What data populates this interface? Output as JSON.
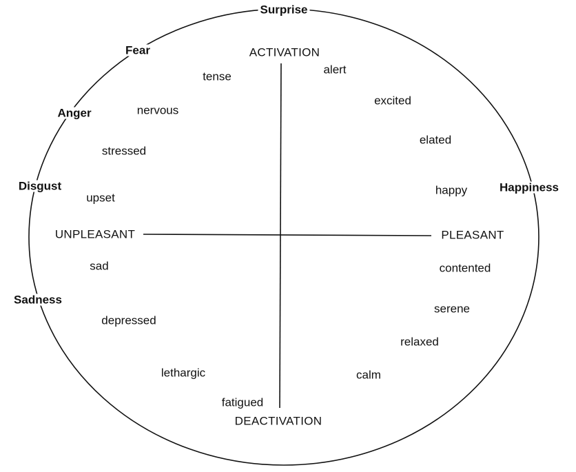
{
  "axes": {
    "top": "ACTIVATION",
    "bottom": "DEACTIVATION",
    "left": "UNPLEASANT",
    "right": "PLEASANT"
  },
  "emotions": {
    "surprise": "Surprise",
    "fear": "Fear",
    "anger": "Anger",
    "disgust": "Disgust",
    "sadness": "Sadness",
    "happiness": "Happiness"
  },
  "affect_words": {
    "tense": "tense",
    "alert": "alert",
    "nervous": "nervous",
    "excited": "excited",
    "stressed": "stressed",
    "elated": "elated",
    "upset": "upset",
    "happy": "happy",
    "sad": "sad",
    "contented": "contented",
    "depressed": "depressed",
    "serene": "serene",
    "relaxed": "relaxed",
    "lethargic": "lethargic",
    "calm": "calm",
    "fatigued": "fatigued"
  }
}
